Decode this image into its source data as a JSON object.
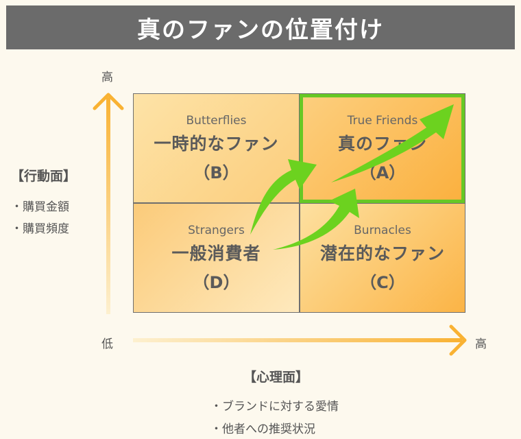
{
  "title": "真のファンの位置付け",
  "axes": {
    "y_high": "高",
    "x_low": "低",
    "x_high": "高"
  },
  "behavior": {
    "title": "【行動面】",
    "items": [
      "・購買金額",
      "・購買頻度"
    ]
  },
  "psychology": {
    "title": "【心理面】",
    "items": [
      "・ブランドに対する愛情",
      "・他者への推奨状況"
    ]
  },
  "quadrants": {
    "b": {
      "en": "Butterflies",
      "jp": "一時的なファン",
      "code": "（B）"
    },
    "a": {
      "en": "True Friends",
      "jp": "真のファン",
      "code": "（A）"
    },
    "d": {
      "en": "Strangers",
      "jp": "一般消費者",
      "code": "（D）"
    },
    "c": {
      "en": "Burnacles",
      "jp": "潜在的なファン",
      "code": "（C）"
    }
  },
  "colors": {
    "title_bg": "#6b6b6b",
    "background": "#fdf9ee",
    "axis_orange": "#f9b233",
    "highlight_green": "#66c825",
    "arrow_green": "#6cd21f"
  },
  "icons": {
    "y_axis": "arrow-up-icon",
    "x_axis": "arrow-right-icon",
    "transition": "curved-arrow-icon"
  }
}
